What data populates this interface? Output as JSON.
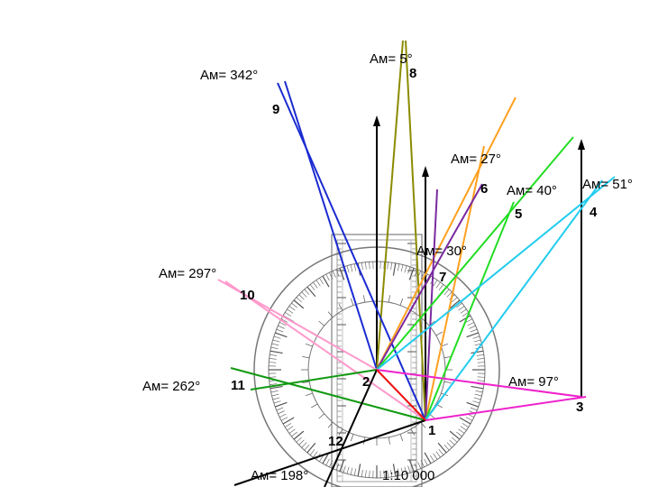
{
  "azimuth_labels": {
    "a5": "Aм= 5°",
    "a342": "Aм= 342°",
    "a27": "Aм= 27°",
    "a40": "Aм= 40°",
    "a51": "Aм= 51°",
    "a30": "Aм= 30°",
    "a297": "Aм= 297°",
    "a262": "Aм= 262°",
    "a97": "Aм= 97°",
    "a198": "Aм= 198°"
  },
  "point_numbers": {
    "p1": "1",
    "p2": "2",
    "p3": "3",
    "p4": "4",
    "p5": "5",
    "p6": "6",
    "p7": "7",
    "p8": "8",
    "p9": "9",
    "p10": "10",
    "p11": "11",
    "p12": "12"
  },
  "scale_label": "1:10 000",
  "line_colors": {
    "olive": "#8b8b00",
    "blue": "#1a2bd1",
    "orange": "#ffa020",
    "green": "#22dd22",
    "cyan": "#22ccee",
    "purple": "#7a2aa0",
    "magenta": "#ee22cc",
    "pink": "#ff99cc",
    "dark_green": "#119911",
    "black": "#000000",
    "red": "#ee1111"
  }
}
